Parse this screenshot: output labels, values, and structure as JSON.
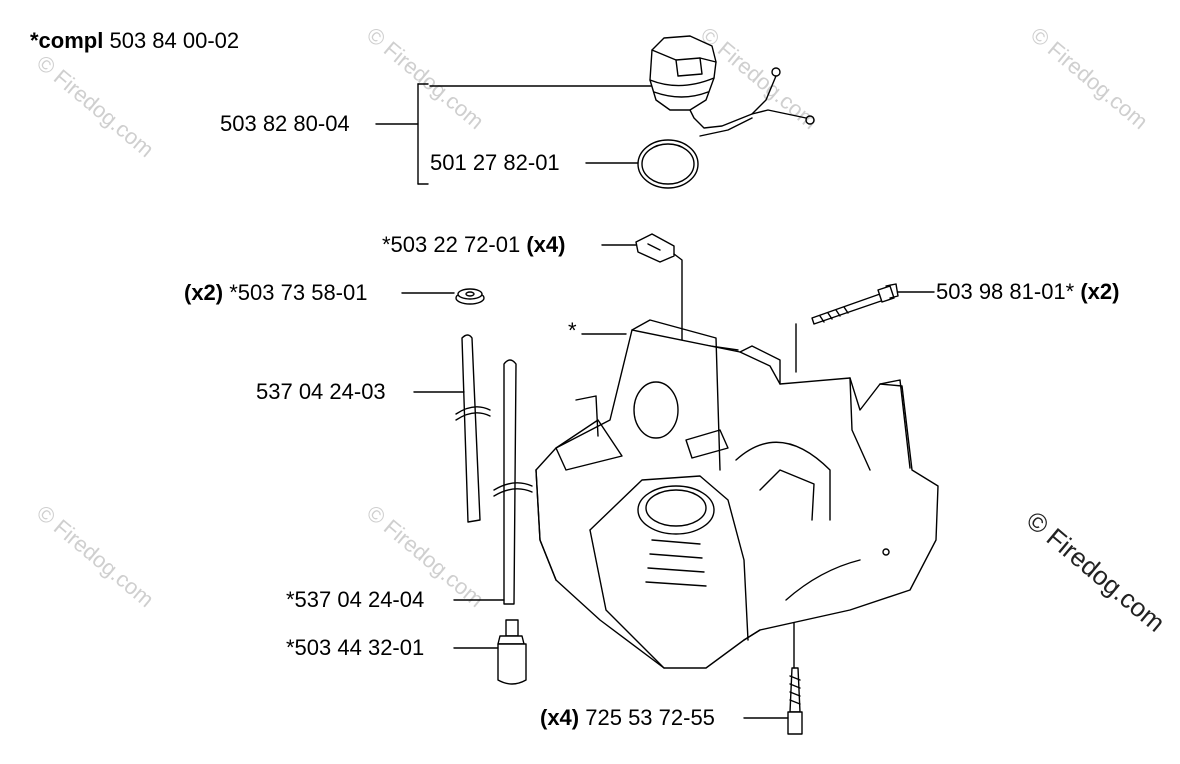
{
  "labels": {
    "compl_prefix": "*compl",
    "compl_num": "503 84 00-02",
    "cap_num": "503 82 80-04",
    "oring_num": "501 27 82-01",
    "clip_num": "*503 22 72-01",
    "clip_qty": "(x4)",
    "grommet_qty": "(x2)",
    "grommet_num": "*503 73 58-01",
    "bolt_num": "503 98 81-01*",
    "bolt_qty": "(x2)",
    "star": "*",
    "hose1_num": "537 04 24-03",
    "hose2_num": "*537 04 24-04",
    "filter_num": "*503 44 32-01",
    "screw_qty": "(x4)",
    "screw_num": "725 53 72-55"
  },
  "watermarks": {
    "light": "© Firedog.com",
    "dark": "© Firedog.com"
  },
  "colors": {
    "line": "#000000",
    "watermark": "#cfcfcf"
  }
}
